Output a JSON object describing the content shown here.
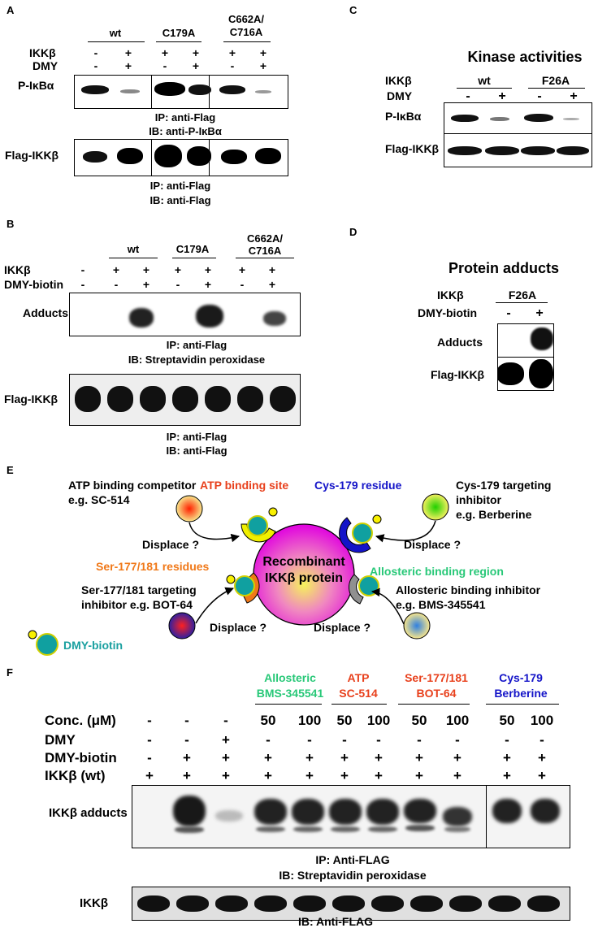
{
  "panelA": {
    "label": "A",
    "groups": [
      "wt",
      "C179A",
      "C662A/",
      "C716A"
    ],
    "row_ikk": "IKKβ",
    "row_dmy": "DMY",
    "ikk_signs": [
      "-",
      "+",
      "+",
      "+",
      "+",
      "+"
    ],
    "dmy_signs": [
      "-",
      "+",
      "-",
      "+",
      "-",
      "+"
    ],
    "blot1_label": "P-IκBα",
    "ip1": "IP: anti-Flag",
    "ib1": "IB: anti-P-IκBα",
    "blot2_label": "Flag-IKKβ",
    "ip2": "IP: anti-Flag",
    "ib2": "IB: anti-Flag"
  },
  "panelB": {
    "label": "B",
    "groups": [
      "wt",
      "C179A",
      "C662A/",
      "C716A"
    ],
    "row_ikk": "IKKβ",
    "row_dmy": "DMY-biotin",
    "ikk_signs": [
      "-",
      "+",
      "+",
      "+",
      "+",
      "+",
      "+"
    ],
    "dmy_signs": [
      "-",
      "-",
      "+",
      "-",
      "+",
      "-",
      "+"
    ],
    "blot1_label": "Adducts",
    "ip1": "IP: anti-Flag",
    "ib1": "IB: Streptavidin peroxidase",
    "blot2_label": "Flag-IKKβ",
    "ip2": "IP: anti-Flag",
    "ib2": "IB: anti-Flag"
  },
  "panelC": {
    "label": "C",
    "title": "Kinase activities",
    "groups": [
      "wt",
      "F26A"
    ],
    "row_ikk": "IKKβ",
    "row_dmy": "DMY",
    "dmy_signs": [
      "-",
      "+",
      "-",
      "+"
    ],
    "blot1_label": "P-IκBα",
    "blot2_label": "Flag-IKKβ"
  },
  "panelD": {
    "label": "D",
    "title": "Protein adducts",
    "row_ikk": "IKKβ",
    "group": "F26A",
    "row_dmy": "DMY-biotin",
    "dmy_signs": [
      "-",
      "+"
    ],
    "blot1_label": "Adducts",
    "blot2_label": "Flag-IKKβ"
  },
  "panelE": {
    "label": "E",
    "center1": "Recombinant",
    "center2": "IKKβ protein",
    "atp_comp1": "ATP binding competitor",
    "atp_comp2": "e.g. SC-514",
    "atp_site": "ATP binding site",
    "cys_res": "Cys-179 residue",
    "cys_inh1": "Cys-179 targeting",
    "cys_inh2": "inhibitor",
    "cys_inh3": "e.g. Berberine",
    "displace": "Displace ?",
    "ser_res": "Ser-177/181 residues",
    "allo_region": "Allosteric binding region",
    "ser_inh1": "Ser-177/181 targeting",
    "ser_inh2": "inhibitor e.g. BOT-64",
    "allo_inh1": "Allosteric binding inhibitor",
    "allo_inh2": "e.g. BMS-345541",
    "dmy_biotin": "DMY-biotin",
    "colors": {
      "atp": "#e8401c",
      "cys": "#1414c8",
      "ser": "#f07818",
      "allo": "#28c878",
      "dmy": "#1aa0a0"
    }
  },
  "panelF": {
    "label": "F",
    "hdr_allo1": "Allosteric",
    "hdr_allo2": "BMS-345541",
    "hdr_atp1": "ATP",
    "hdr_atp2": "SC-514",
    "hdr_ser1": "Ser-177/181",
    "hdr_ser2": "BOT-64",
    "hdr_cys1": "Cys-179",
    "hdr_cys2": "Berberine",
    "row_conc": "Conc. (μM)",
    "row_dmy": "DMY",
    "row_dmyb": "DMY-biotin",
    "row_ikk": "IKKβ (wt)",
    "conc": [
      "-",
      "-",
      "-",
      "50",
      "100",
      "50",
      "100",
      "50",
      "100",
      "50",
      "100"
    ],
    "dmy": [
      "-",
      "-",
      "+",
      "-",
      "-",
      "-",
      "-",
      "-",
      "-",
      "-",
      "-"
    ],
    "dmyb": [
      "-",
      "+",
      "+",
      "+",
      "+",
      "+",
      "+",
      "+",
      "+",
      "+",
      "+"
    ],
    "ikk": [
      "+",
      "+",
      "+",
      "+",
      "+",
      "+",
      "+",
      "+",
      "+",
      "+",
      "+"
    ],
    "blot1_label": "IKKβ adducts",
    "ip1": "IP: Anti-FLAG",
    "ib1": "IB: Streptavidin peroxidase",
    "blot2_label": "IKKβ",
    "ib2": "IB: Anti-FLAG"
  }
}
